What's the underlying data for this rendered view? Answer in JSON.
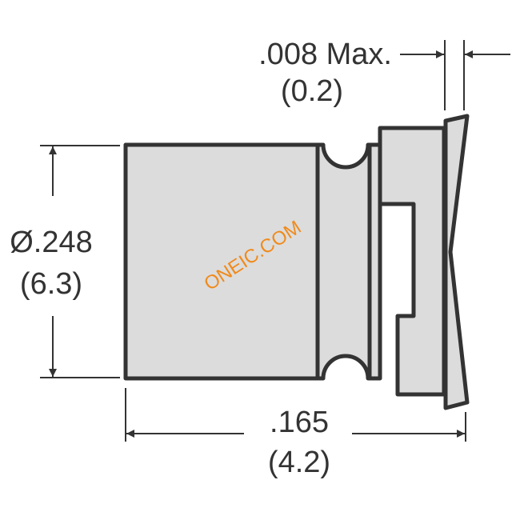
{
  "dimensions": {
    "thickness": {
      "inch": ".008 Max.",
      "mm": "(0.2)"
    },
    "diameter": {
      "inch": "Ø.248",
      "mm": "(6.3)"
    },
    "height": {
      "inch": ".165",
      "mm": "(4.2)"
    }
  },
  "watermark": "ONEIC.COM",
  "colors": {
    "line": "#333333",
    "fill": "#dcdcdc",
    "watermark": "#f08a1c"
  }
}
